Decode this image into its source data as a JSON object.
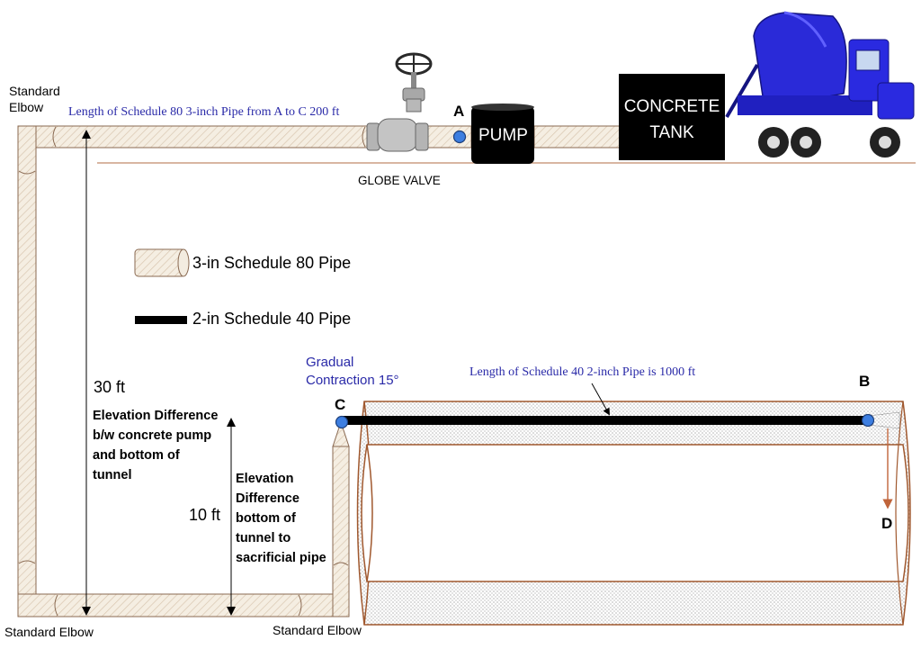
{
  "labels": {
    "standard_elbow_top_left": "Standard\nElbow",
    "pipe_a_to_c_note": "Length of Schedule 80 3-inch Pipe from A to C 200 ft",
    "point_a": "A",
    "pump": "PUMP",
    "concrete_tank": "CONCRETE\nTANK",
    "globe_valve": "GLOBE VALVE",
    "legend_schedule80": "3-in Schedule 80 Pipe",
    "legend_schedule40": "2-in Schedule 40 Pipe",
    "gradual_contraction": "Gradual\nContraction 15°",
    "point_c": "C",
    "pipe_c_to_b_note": "Length of Schedule 40 2-inch Pipe is 1000 ft",
    "point_b": "B",
    "point_d": "D",
    "thirty_ft": "30 ft",
    "elev_30_desc": "Elevation Difference\nb/w concrete pump\nand bottom of\ntunnel",
    "ten_ft": "10 ft",
    "elev_10_desc": "Elevation\nDifference\nbottom of\ntunnel to\nsacrificial pipe",
    "standard_elbow_bottom_left": "Standard Elbow",
    "standard_elbow_bottom_right": "Standard Elbow"
  },
  "colors": {
    "pipe_fill": "#f3ece0",
    "pipe_stroke": "#8a6a52",
    "tunnel_stroke": "#a0582e",
    "marker_blue": "#3d7ee0",
    "text_blue": "#2a2aa8",
    "truck_blue": "#2222cc"
  }
}
